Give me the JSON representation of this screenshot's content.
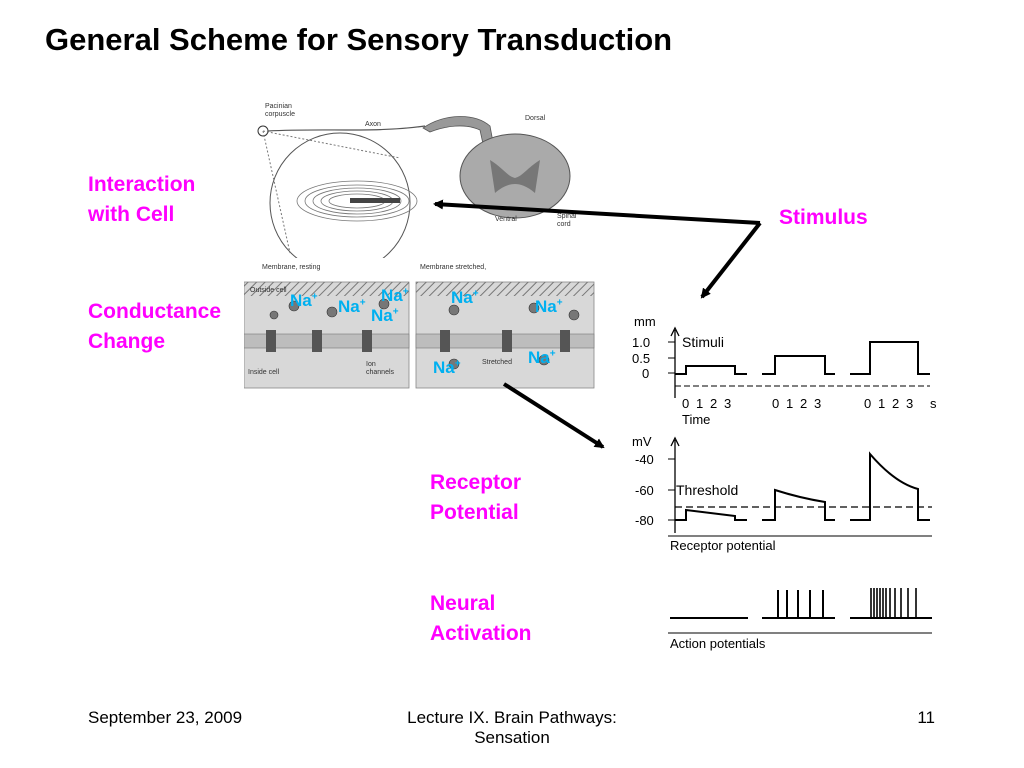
{
  "slide": {
    "title": "General Scheme for Sensory Transduction",
    "labels": {
      "interaction": [
        "Interaction",
        "with Cell"
      ],
      "conductance": [
        "Conductance",
        "Change"
      ],
      "stimulus": "Stimulus",
      "receptor": [
        "Receptor",
        "Potential"
      ],
      "neural": [
        "Neural",
        "Activation"
      ]
    },
    "ion_label": "Na",
    "ion_charge": "+",
    "footer": {
      "date": "September 23, 2009",
      "lecture": [
        "Lecture IX. Brain Pathways:",
        "Sensation"
      ],
      "page": "11"
    },
    "colors": {
      "accent": "#ff00ff",
      "ion": "#00b0f0"
    }
  },
  "anatomy_figure": {
    "pacinian": [
      "Pacinian",
      "corpuscle"
    ],
    "axon": "Axon",
    "dorsal": "Dorsal",
    "ventral": "Ventral",
    "spinal_cord": [
      "Spinal",
      "cord"
    ],
    "membrane_resting": "Membrane, resting",
    "membrane_stretched": "Membrane stretched,",
    "outside_cell": "Outside cell",
    "inside_cell": "Inside cell",
    "ion_channels": [
      "Ion",
      "channels"
    ],
    "stretched": "Stretched"
  },
  "response_figure": {
    "stimuli_unit": "mm",
    "stimuli_label": "Stimuli",
    "stimuli_ticks": [
      "1.0",
      "0.5",
      "0"
    ],
    "time_ticks": [
      "0",
      "1",
      "2",
      "3"
    ],
    "time_unit": "s",
    "time_label": "Time",
    "mv_unit": "mV",
    "mv_ticks": [
      "-40",
      "-60",
      "-80"
    ],
    "threshold_label": "Threshold",
    "receptor_caption": "Receptor potential",
    "action_caption": "Action potentials"
  }
}
